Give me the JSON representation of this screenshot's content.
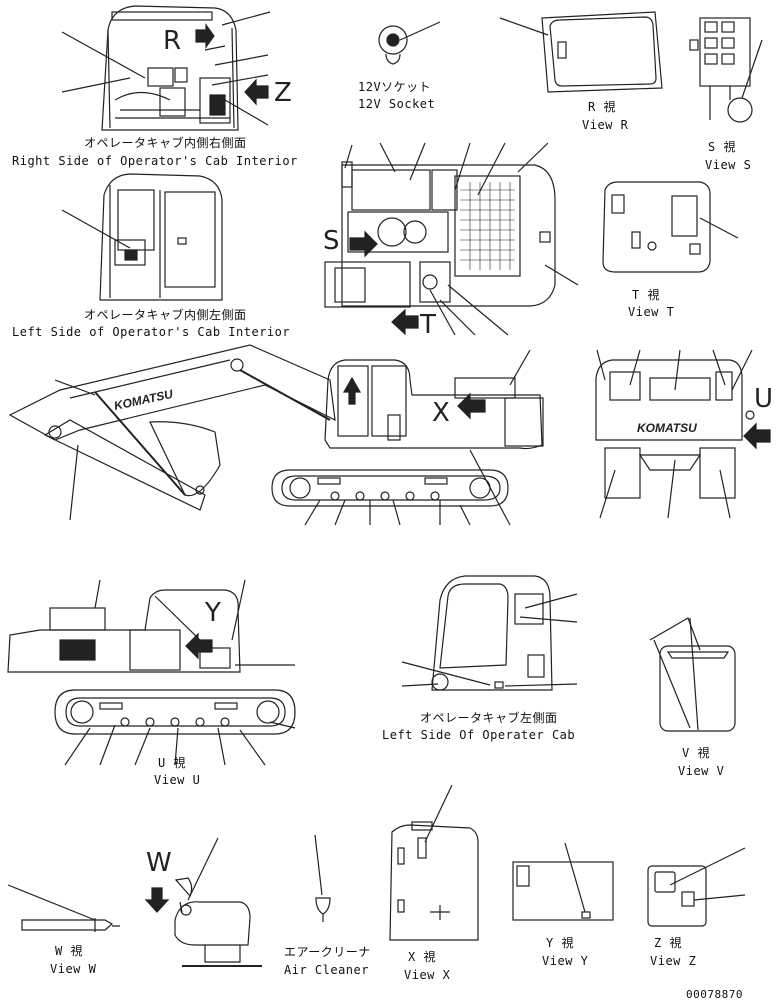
{
  "captions": {
    "right_side_cab_jp": "オペレータキャブ内側右側面",
    "right_side_cab_en": "Right Side of Operator's Cab Interior",
    "socket_jp": "12Vソケット",
    "socket_en": "12V Socket",
    "view_r_jp": "R 視",
    "view_r_en": "View R",
    "view_s_jp": "S 視",
    "view_s_en": "View S",
    "left_side_cab_jp": "オペレータキャブ内側左側面",
    "left_side_cab_en": "Left Side of Operator's Cab Interior",
    "view_t_jp": "T 視",
    "view_t_en": "View T",
    "view_u_jp": "U 視",
    "view_u_en": "View U",
    "left_cab_jp": "オペレータキャブ左側面",
    "left_cab_en": "Left Side Of Operater Cab",
    "view_v_jp": "V 視",
    "view_v_en": "View V",
    "view_w_jp": "W 視",
    "view_w_en": "View W",
    "air_cleaner_jp": "エアークリーナ",
    "air_cleaner_en": "Air Cleaner",
    "view_x_jp": "X 視",
    "view_x_en": "View X",
    "view_y_jp": "Y 視",
    "view_y_en": "View Y",
    "view_z_jp": "Z 視",
    "view_z_en": "View Z"
  },
  "view_letters": {
    "r": "R",
    "z": "Z",
    "s": "S",
    "t": "T",
    "x": "X",
    "u": "U",
    "y": "Y",
    "w": "W"
  },
  "brand": "KOMATSU",
  "drawing_number": "00078870",
  "colors": {
    "line": "#222222",
    "fill_dark": "#1a1a1a",
    "background": "#ffffff"
  }
}
